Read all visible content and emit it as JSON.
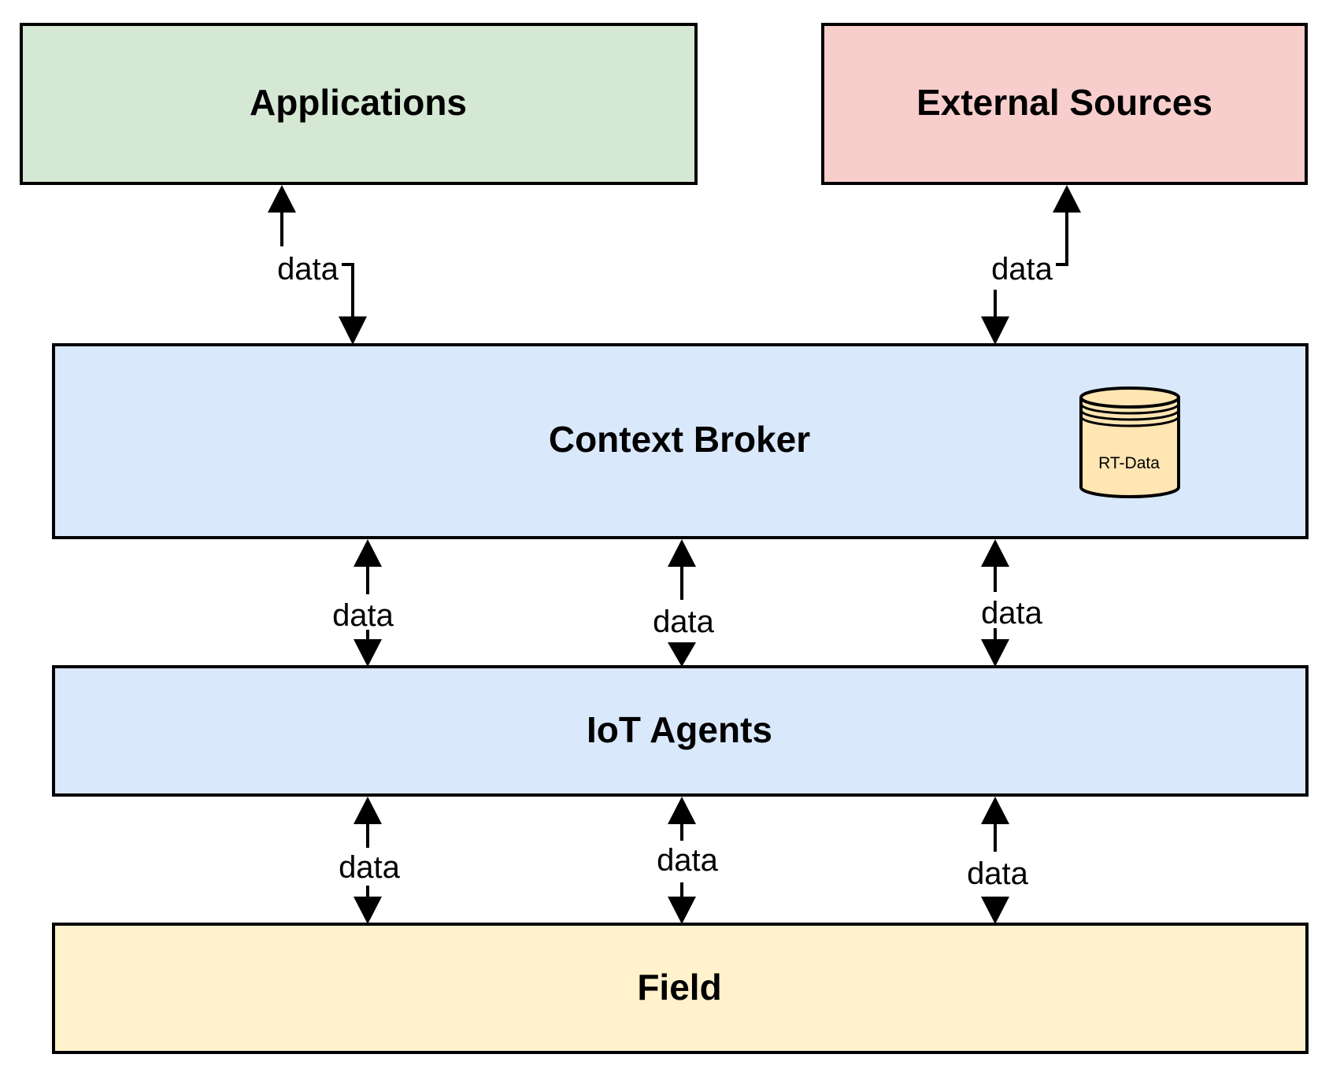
{
  "boxes": {
    "applications": {
      "label": "Applications",
      "color": "#d5e8d4"
    },
    "external_sources": {
      "label": "External Sources",
      "color": "#f8cecc"
    },
    "context_broker": {
      "label": "Context Broker",
      "color": "#dae8fc"
    },
    "iot_agents": {
      "label": "IoT Agents",
      "color": "#dae8fc"
    },
    "field": {
      "label": "Field",
      "color": "#fff2cc"
    }
  },
  "database": {
    "label": "RT-Data",
    "color": "#ffe6b3"
  },
  "edges": {
    "apps_broker": "data",
    "external_broker": "data",
    "broker_agents_1": "data",
    "broker_agents_2": "data",
    "broker_agents_3": "data",
    "agents_field_1": "data",
    "agents_field_2": "data",
    "agents_field_3": "data"
  }
}
